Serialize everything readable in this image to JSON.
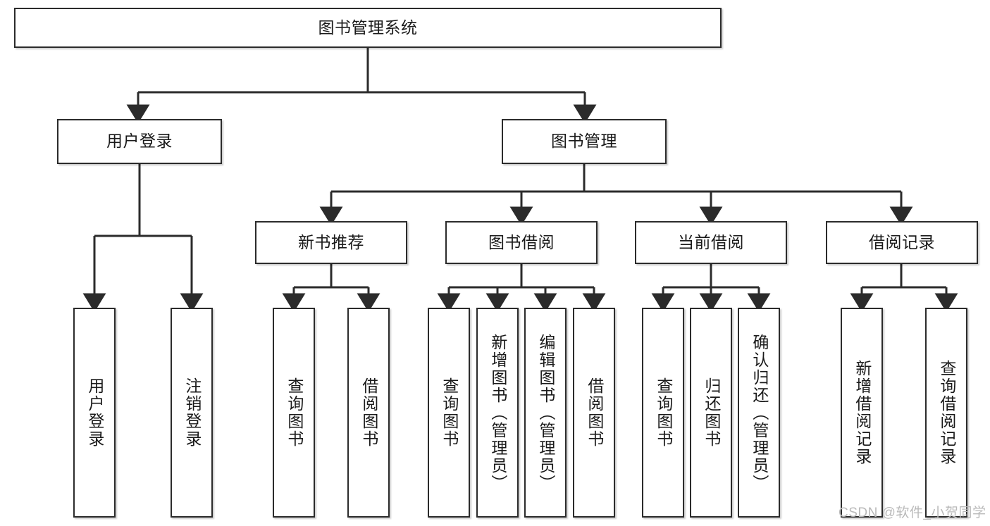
{
  "diagram": {
    "title": "图书管理系统",
    "type": "hierarchy-tree",
    "colors": {
      "node_border": "#2b2b2b",
      "node_fill": "#ffffff",
      "edge": "#2b2b2b",
      "text": "#1a1a1a",
      "watermark": "#b9b9b9"
    },
    "root": {
      "label": "图书管理系统"
    },
    "level1": [
      {
        "label": "用户登录"
      },
      {
        "label": "图书管理"
      }
    ],
    "level2": [
      {
        "label": "新书推荐"
      },
      {
        "label": "图书借阅"
      },
      {
        "label": "当前借阅"
      },
      {
        "label": "借阅记录"
      }
    ],
    "leaves": {
      "user_login": [
        {
          "label": "用户登录"
        },
        {
          "label": "注销登录"
        }
      ],
      "new_book_recommend": [
        {
          "label": "查询图书"
        },
        {
          "label": "借阅图书"
        }
      ],
      "book_borrow": [
        {
          "label": "查询图书"
        },
        {
          "label": "新增图书（管理员）"
        },
        {
          "label": "编辑图书（管理员）"
        },
        {
          "label": "借阅图书"
        }
      ],
      "current_borrow": [
        {
          "label": "查询图书"
        },
        {
          "label": "归还图书"
        },
        {
          "label": "确认归还（管理员）"
        }
      ],
      "borrow_record": [
        {
          "label": "新增借阅记录"
        },
        {
          "label": "查询借阅记录"
        }
      ]
    }
  },
  "watermark": {
    "text": "CSDN @软件_小贺同学"
  }
}
